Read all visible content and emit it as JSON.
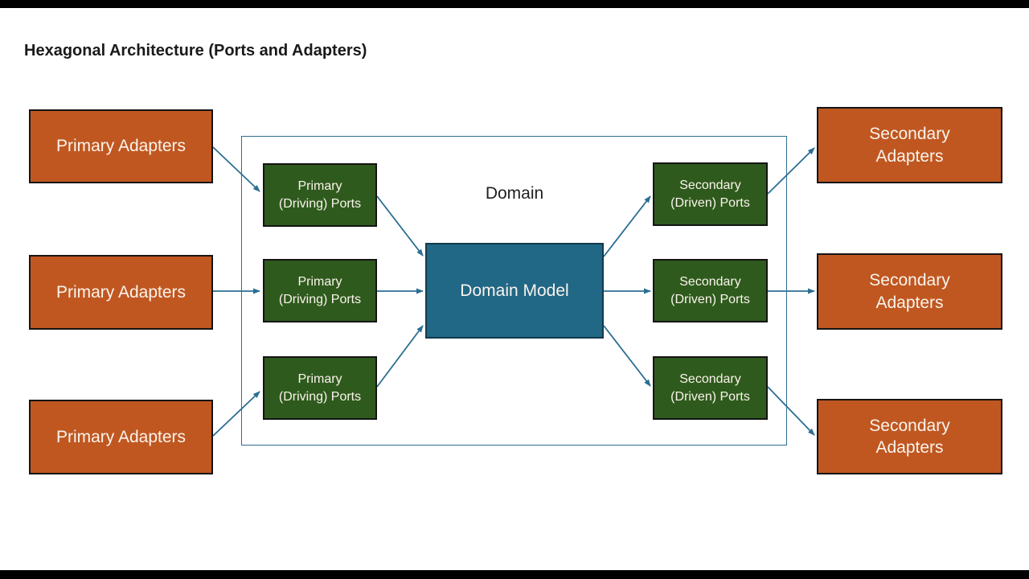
{
  "title": "Hexagonal Architecture (Ports and Adapters)",
  "diagram": {
    "domain_label": "Domain",
    "domain_model": {
      "lines": [
        "Domain Model"
      ]
    },
    "primary_adapters": [
      {
        "lines": [
          "Primary Adapters"
        ]
      },
      {
        "lines": [
          "Primary Adapters"
        ]
      },
      {
        "lines": [
          "Primary Adapters"
        ]
      }
    ],
    "primary_ports": [
      {
        "lines": [
          "Primary",
          "(Driving) Ports"
        ]
      },
      {
        "lines": [
          "Primary",
          "(Driving) Ports"
        ]
      },
      {
        "lines": [
          "Primary",
          "(Driving) Ports"
        ]
      }
    ],
    "secondary_ports": [
      {
        "lines": [
          "Secondary",
          "(Driven) Ports"
        ]
      },
      {
        "lines": [
          "Secondary",
          "(Driven) Ports"
        ]
      },
      {
        "lines": [
          "Secondary",
          "(Driven) Ports"
        ]
      }
    ],
    "secondary_adapters": [
      {
        "lines": [
          "Secondary",
          "Adapters"
        ]
      },
      {
        "lines": [
          "Secondary",
          "Adapters"
        ]
      },
      {
        "lines": [
          "Secondary",
          "Adapters"
        ]
      }
    ]
  },
  "colors": {
    "background": "#FFFFFF",
    "letterbox": "#000000",
    "title_color": "#1A1A1A",
    "adapter_fill": "#C05721",
    "port_fill": "#2F5A1D",
    "domain_model_fill": "#216786",
    "domain_model_border": "#123A4E",
    "box_border": "#141414",
    "domain_border": "#2E6E91",
    "arrow": "#2B6E93",
    "node_text": "#FAF4EC"
  }
}
